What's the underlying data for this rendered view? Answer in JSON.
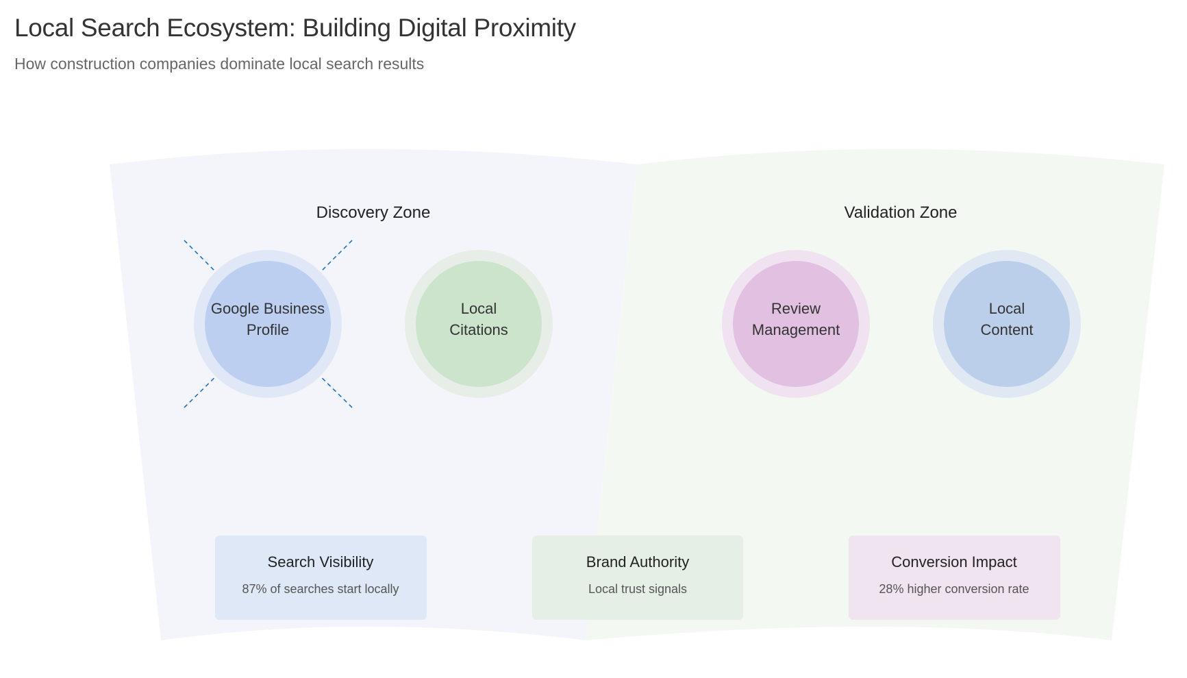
{
  "header": {
    "title": "Local Search Ecosystem: Building Digital Proximity",
    "subtitle": "How construction companies dominate local search results"
  },
  "zones": [
    {
      "title": "Discovery Zone",
      "color": "#f4f5fb"
    },
    {
      "title": "Validation Zone",
      "color": "#f3f9f2"
    }
  ],
  "nodes": [
    {
      "lines": [
        "Google Business",
        "Profile"
      ],
      "fill": "#bccff0",
      "halo": "#e0e8f7",
      "connector_color": "#1a6fc4"
    },
    {
      "lines": [
        "Local",
        "Citations"
      ],
      "fill": "#cce3cc",
      "halo": "#e6eee7"
    },
    {
      "lines": [
        "Review",
        "Management"
      ],
      "fill": "#e1c0e2",
      "halo": "#f0e2f0"
    },
    {
      "lines": [
        "Local",
        "Content"
      ],
      "fill": "#bccfea",
      "halo": "#e0e8f3"
    }
  ],
  "metrics": [
    {
      "title": "Search Visibility",
      "desc": "87% of searches start locally",
      "color": "#dfe8f7"
    },
    {
      "title": "Brand Authority",
      "desc": "Local trust signals",
      "color": "#e6efe6"
    },
    {
      "title": "Conversion Impact",
      "desc": "28% higher conversion rate",
      "color": "#efe4ef"
    }
  ]
}
